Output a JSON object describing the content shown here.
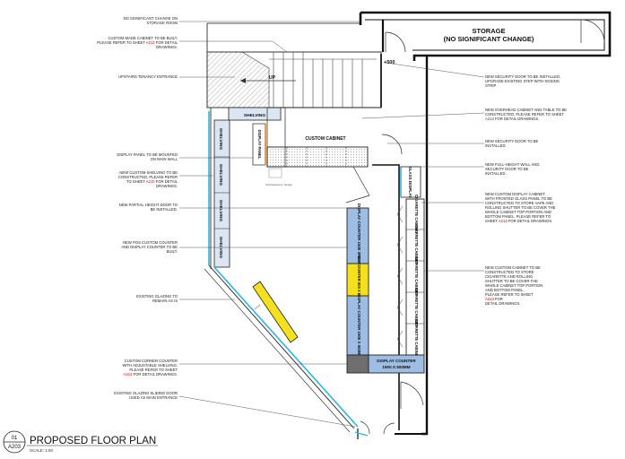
{
  "drawing": {
    "title": "PROPOSED FLOOR PLAN",
    "scale": "SCALE: 1:50",
    "number": "01",
    "sheet": "A203"
  },
  "rooms": {
    "storage": {
      "line1": "STORAGE",
      "line2": "(NO SIGNIFICANT CHANGE)"
    },
    "level_mark": "+500",
    "stair_up": "UP"
  },
  "fixtures": {
    "shelving_top": "SHELVING",
    "shelving_1": "SHELVING",
    "shelving_2": "SHELVING",
    "shelving_3": "SHELVING",
    "shelving_4": "SHELVING",
    "display_panel": "DISPLAY PANEL",
    "custom_cabinet": "CUSTOM CABINET",
    "glass_display": "GLASS DISPLAY",
    "cigarette_1": "CIGARETTE CABINET",
    "cigarette_2": "CIGARETTE CABINET",
    "cigarette_3": "CIGARETTE CABINET",
    "cigarette_4": "CIGARETTE CABINET",
    "cigarette_5": "CIGARETTE CABINET",
    "display_counter_1": "DISPLAY COUNTER 1500 X 500MM",
    "pos_counter": "POS COUNTER 800 X 500MM",
    "display_counter_2": "DISPLAY COUNTER 1500 X 500MM",
    "display_counter_3_l1": "DISPLAY COUNTER",
    "display_counter_3_l2": "1500 X 500MM",
    "small_equipment": "Small Equipment / Storage"
  },
  "notes_left": {
    "n1_l1": "NO SIGNIFICANT CHANGE ON",
    "n1_l2": "STORAGE ROOM",
    "n2_l1": "CUSTOM MADE CABINET TO BE BUILT,",
    "n2_l2a": "PLEASE REFER TO SHEET ",
    "n2_ref": "A213",
    "n2_l2b": " FOR DETAIL",
    "n2_l3": "DRAWINGS.",
    "n3": "UPSTAIRS TENANCY ENTRANCE",
    "n4_l1": "DISPLAY PANEL TO BE MOUNTED",
    "n4_l2": "ON MAIN WALL",
    "n5_l1": "NEW CUSTOM SHELVING TO BE",
    "n5_l2": "CONSTRUCTED, PLEASE REFER",
    "n5_l3a": "TO SHEET ",
    "n5_ref": "A210",
    "n5_l3b": " FOR DETAIL",
    "n5_l4": "DRAWINGS.",
    "n6_l1": "NEW PARTIAL HEIGHT DOOR TO",
    "n6_l2": "BE INSTALLED.",
    "n7_l1": "NEW POS CUSTOM COUNTER",
    "n7_l2": "AND DISPLAY COUNTER TO BE",
    "n7_l3": "BUILT.",
    "n8_l1": "EXISTING GLAZING TO",
    "n8_l2": "REMAIN AS IS",
    "n9_l1": "CUSTOM CORNER COUNTER",
    "n9_l2": "WITH ADJUSTABLE SHELVING,",
    "n9_l3": "PLEASE REFER TO SHEET",
    "n9_ref": "A213",
    "n9_l4": " FOR DETAIL DRAWINGS.",
    "n10_l1": "EXISTING GLAZING SLIDING DOOR",
    "n10_l2": "USED AS MAIN ENTRANCE"
  },
  "notes_right": {
    "r1_l1": "NEW SECURITY DOOR TO BE INSTALLED,",
    "r1_l2": "UPGRADE EXISTING STEP WITH NOSING",
    "r1_l3": "STRIP.",
    "r2_l1": "NEW OVERHEAD CABINET AND TABLE TO BE",
    "r2_l2": "CONSTRUCTED, PLEASE REFER TO SHEET",
    "r2_ref": "A213",
    "r2_l3": " FOR DETAIL DRAWINGS.",
    "r3_l1": "NEW SECURITY DOOR TO BE",
    "r3_l2": "INSTALLED.",
    "r4_l1": "NEW FULL-HEIGHT WALL AND",
    "r4_l2": "SECURITY DOOR TO BE",
    "r4_l3": "INSTALLED.",
    "r5_l1": "NEW CUSTOM DISPLAY CABINET",
    "r5_l2": "WITH FROSTED GLASS PANEL TO BE",
    "r5_l3": "CONSTRUCTED TO STORE VAPE AND",
    "r5_l4": "ROLLING SHUTTER TO BE COVER THE",
    "r5_l5": "WHOLE CABINET TOP PORTION AND",
    "r5_l6": "BOTTOM PANEL. PLEASE REFER TO",
    "r5_l7a": "SHEET ",
    "r5_ref": "A213",
    "r5_l7b": " FOR DETAIL DRAWINGS.",
    "r6_l1": "NEW CUSTOM CABINET TO BE",
    "r6_l2": "CONSTRUCTED TO STORE",
    "r6_l3": "CIGARETTE AND ROLLING",
    "r6_l4": "SHUTTER TO BE COVER THE",
    "r6_l5": "WHOLE CABINET TOP PORTION",
    "r6_l6": "AND BOTTOM PANEL.",
    "r6_l7": "PLEASE REFER TO SHEET",
    "r6_ref": "A213",
    "r6_l8": " FOR",
    "r6_l9": "DETAIL DRAWINGS."
  }
}
